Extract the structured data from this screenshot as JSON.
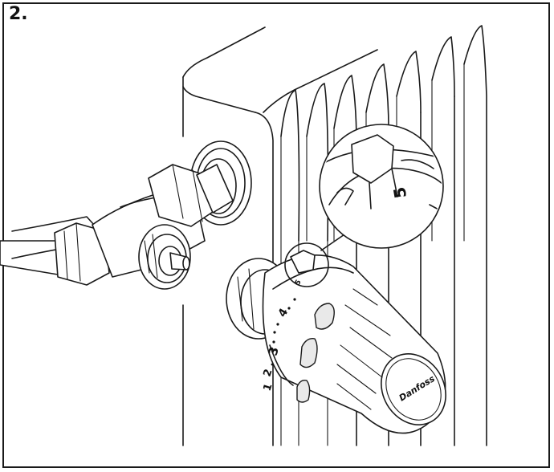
{
  "step_label": "2.",
  "dial": {
    "scale_marks": [
      "1",
      "2",
      "3",
      "4",
      "5"
    ],
    "magnified_mark": "5"
  },
  "brand_logo_text": "Danfoss"
}
